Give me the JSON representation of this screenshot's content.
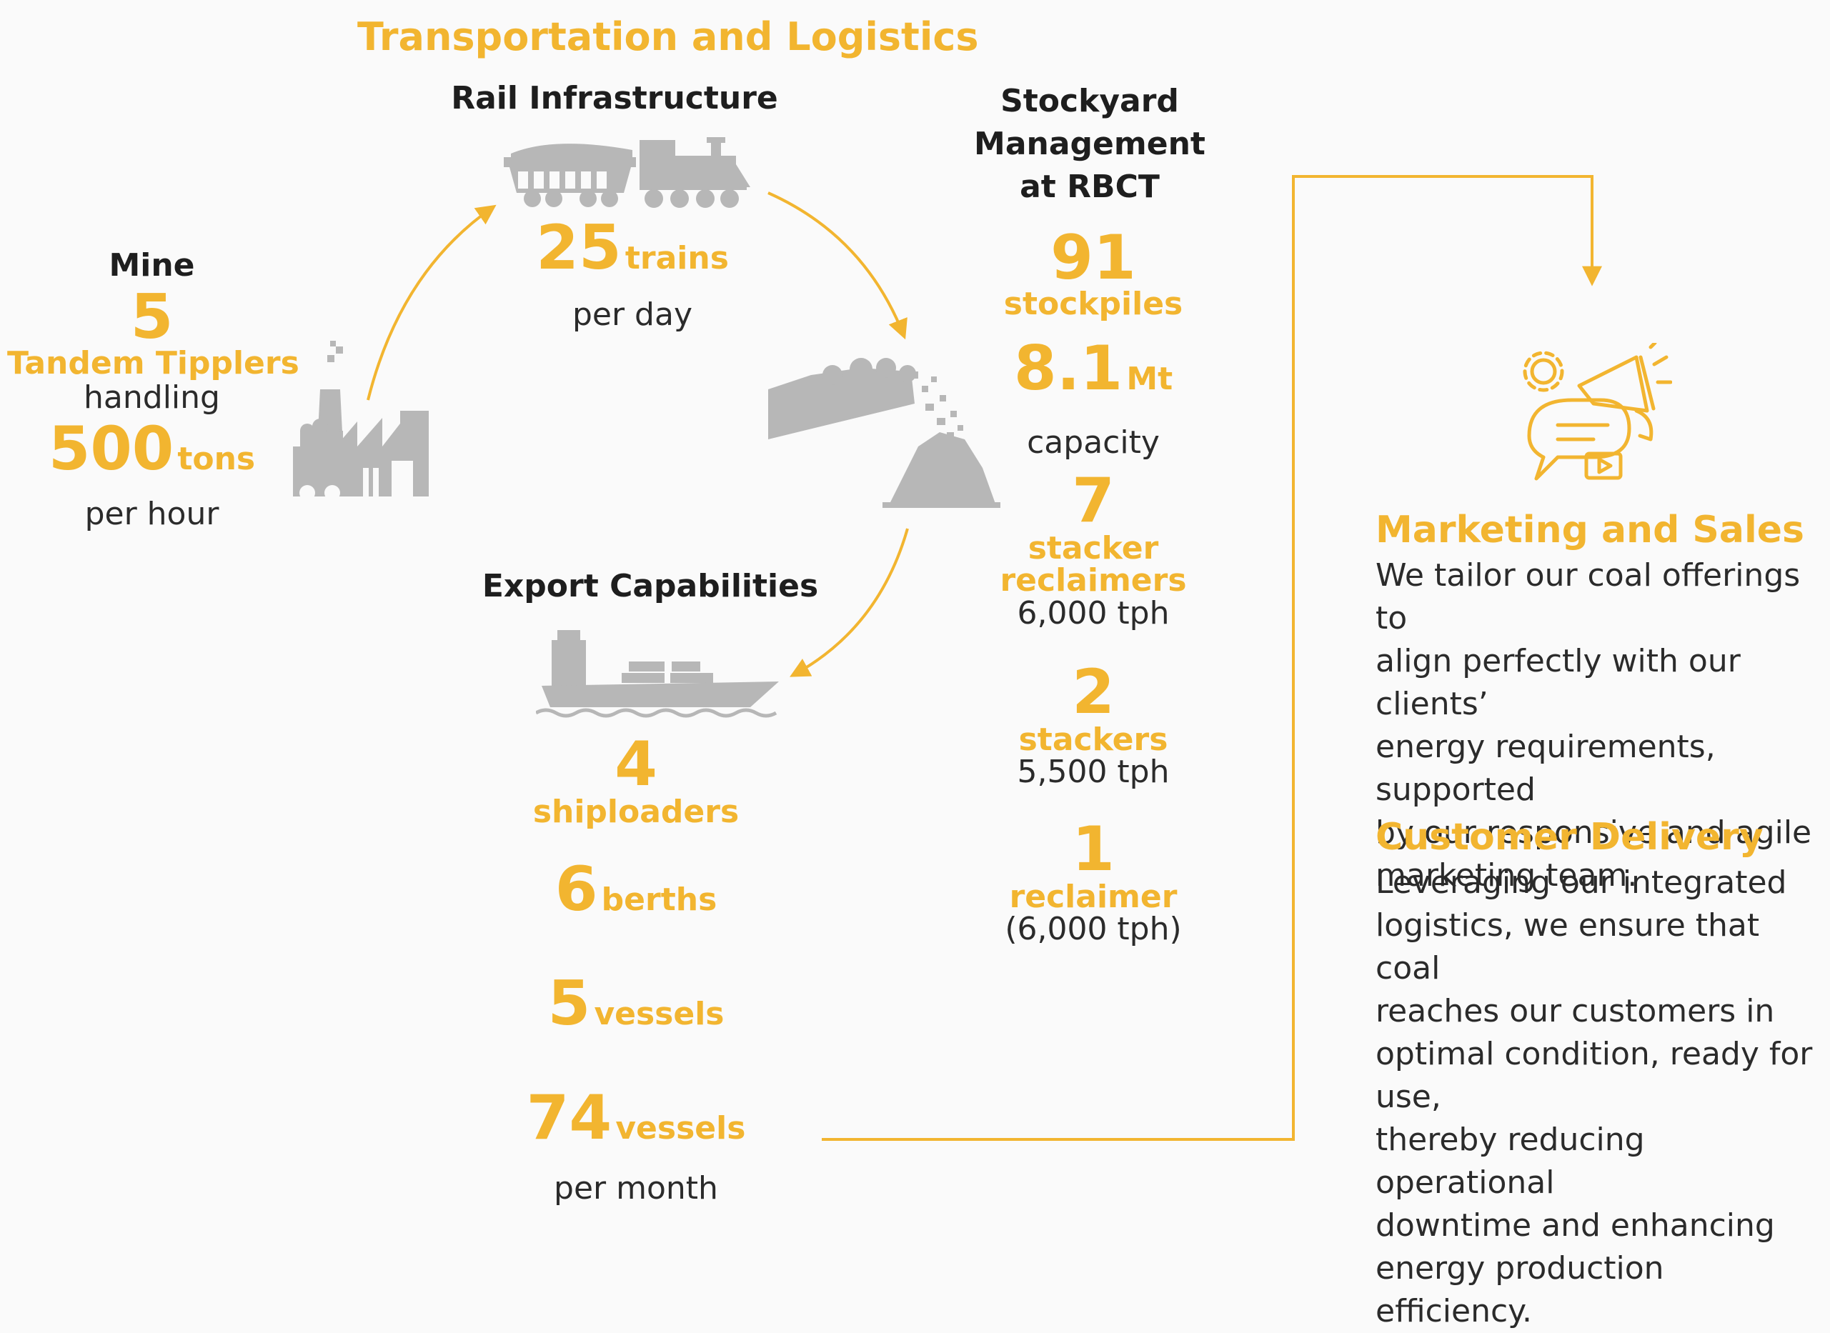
{
  "title": "Transportation and Logistics",
  "colors": {
    "accent": "#f2b530",
    "icon_gray": "#b7b7b7",
    "text_dark": "#1e1e1e"
  },
  "mine": {
    "heading": "Mine",
    "count": "5",
    "unit": "Tandem Tipplers",
    "handling": "handling",
    "rate_value": "500",
    "rate_unit": "tons",
    "rate_period": "per hour"
  },
  "rail": {
    "heading": "Rail Infrastructure",
    "value": "25",
    "unit": "trains",
    "period": "per day"
  },
  "stockyard": {
    "heading_lines": [
      "Stockyard",
      "Management",
      "at RBCT"
    ],
    "stockpiles_value": "91",
    "stockpiles_unit": "stockpiles",
    "capacity_value": "8.1",
    "capacity_unit": "Mt",
    "capacity_label": "capacity",
    "stacker_reclaimers_value": "7",
    "stacker_reclaimers_unit_1": "stacker",
    "stacker_reclaimers_unit_2": "reclaimers",
    "stacker_reclaimers_rate": "6,000 tph",
    "stackers_value": "2",
    "stackers_unit": "stackers",
    "stackers_rate": "5,500 tph",
    "reclaimer_value": "1",
    "reclaimer_unit": "reclaimer",
    "reclaimer_rate": "(6,000 tph)"
  },
  "export": {
    "heading": "Export Capabilities",
    "shiploaders_value": "4",
    "shiploaders_unit": "shiploaders",
    "berths_value": "6",
    "berths_unit": "berths",
    "vessels_value": "5",
    "vessels_unit": "vessels",
    "monthly_value": "74",
    "monthly_unit": "vessels",
    "monthly_period": "per month"
  },
  "marketing": {
    "heading": "Marketing and Sales",
    "lines": [
      "We tailor our coal offerings to",
      "align perfectly with our clients’",
      "energy requirements, supported",
      "by our responsive and agile",
      "marketing team."
    ]
  },
  "delivery": {
    "heading": "Customer Delivery",
    "lines": [
      "Leveraging our integrated",
      "logistics, we ensure that coal",
      "reaches our customers in",
      "optimal condition, ready for use,",
      "thereby reducing operational",
      "downtime and enhancing",
      "energy production efficiency."
    ]
  },
  "icons": [
    "factory-icon",
    "train-icon",
    "stockpile-icon",
    "ship-icon",
    "marketing-icon"
  ]
}
